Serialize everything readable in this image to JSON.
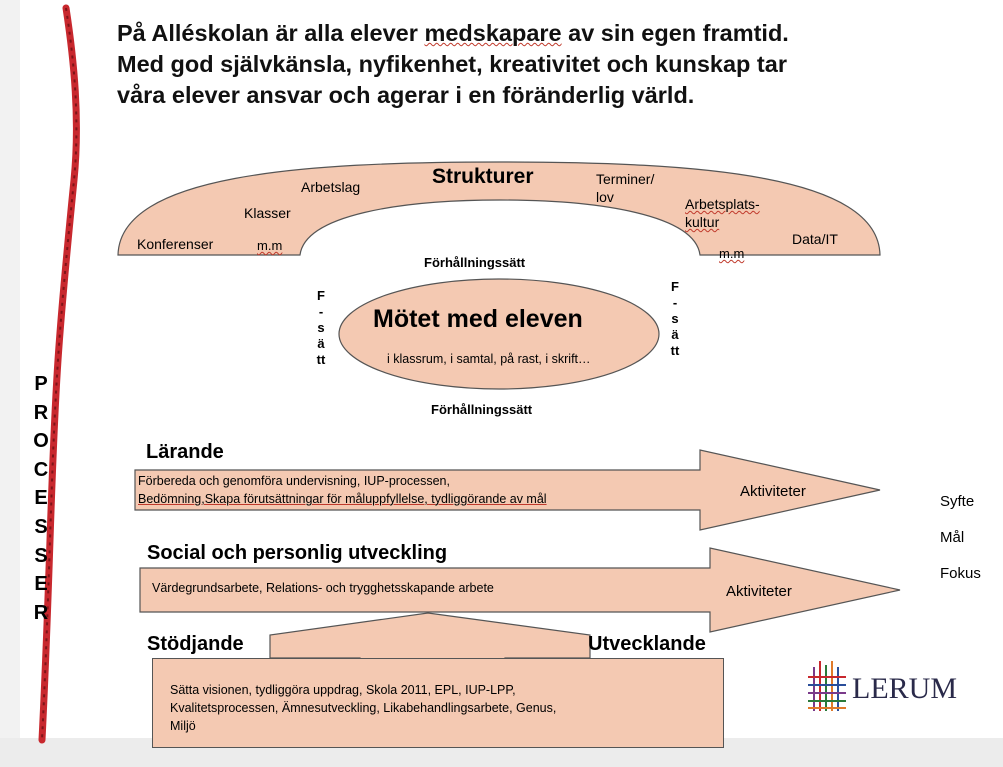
{
  "headline": {
    "line1_pre": "På Alléskolan är alla elever ",
    "line1_u": "medskapare",
    "line1_post": " av sin egen framtid.",
    "line2": "Med god självkänsla, nyfikenhet, kreativitet och kunskap tar",
    "line3": "våra elever ansvar och agerar i en föränderlig värld."
  },
  "colors": {
    "fill": "#f4c9b2",
    "stroke": "#555555",
    "rope": "#c8282e",
    "background": "#ffffff"
  },
  "side_label": [
    "P",
    "R",
    "O",
    "C",
    "E",
    "S",
    "S",
    "E",
    "R"
  ],
  "arch": {
    "title": "Strukturer",
    "labels": {
      "konferenser": "Konferenser",
      "mm_left": "m.m",
      "klasser": "Klasser",
      "arbetslag": "Arbetslag",
      "terminer": "Terminer/",
      "lov": "lov",
      "arbetsplats": "Arbetsplats-",
      "kultur": "kultur",
      "data_it": "Data/IT",
      "mm_right": "m.m"
    }
  },
  "forhallningssatt_top": "Förhållningssätt",
  "forhallningssatt_bottom": "Förhållningssätt",
  "fsatt_left": [
    "F",
    "-",
    "s",
    "ä",
    "tt"
  ],
  "fsatt_right": [
    "F",
    "-",
    "s",
    "ä",
    "tt"
  ],
  "center": {
    "title": "Mötet med eleven",
    "subtitle": "i klassrum, i samtal, på rast, i skrift…"
  },
  "larande": {
    "heading": "Lärande",
    "line1": "Förbereda och genomföra undervisning, IUP-processen,",
    "line2": "Bedömning,Skapa förutsättningar för måluppfyllelse, tydliggörande av mål",
    "arrow_label": "Aktiviteter"
  },
  "social": {
    "heading": "Social och personlig utveckling",
    "text": "Värdegrundsarbete, Relations- och trygghetsskapande arbete",
    "arrow_label": "Aktiviteter"
  },
  "right_labels": [
    "Syfte",
    "Mål",
    "Fokus"
  ],
  "stodjande": "Stödjande",
  "utvecklande": "Utvecklande",
  "bottom_box": [
    "Sätta visionen, tydliggöra uppdrag, Skola 2011, EPL, IUP-LPP,",
    "Kvalitetsprocessen, Ämnesutveckling, Likabehandlingsarbete, Genus,",
    "Miljö"
  ],
  "logo": {
    "text": "LERUM"
  }
}
